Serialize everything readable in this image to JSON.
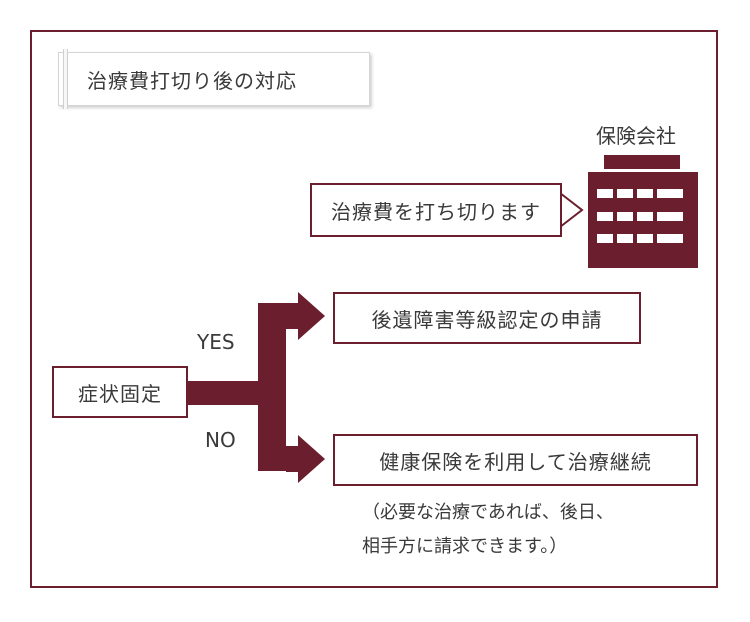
{
  "title": "治療費打切り後の対応",
  "insurer": {
    "label": "保険会社",
    "icon": "office-building-icon",
    "speech": "治療費を打ち切ります"
  },
  "start": {
    "label": "症状固定"
  },
  "branches": {
    "yes": {
      "label": "YES",
      "action": "後遺障害等級認定の申請"
    },
    "no": {
      "label": "NO",
      "action": "健康保険を利用して治療継続"
    }
  },
  "note": {
    "line1": "（必要な治療であれば、後日、",
    "line2": "相手方に請求できます。）"
  },
  "colors": {
    "accent": "#6b1e2d",
    "text": "#3a3a3a"
  }
}
